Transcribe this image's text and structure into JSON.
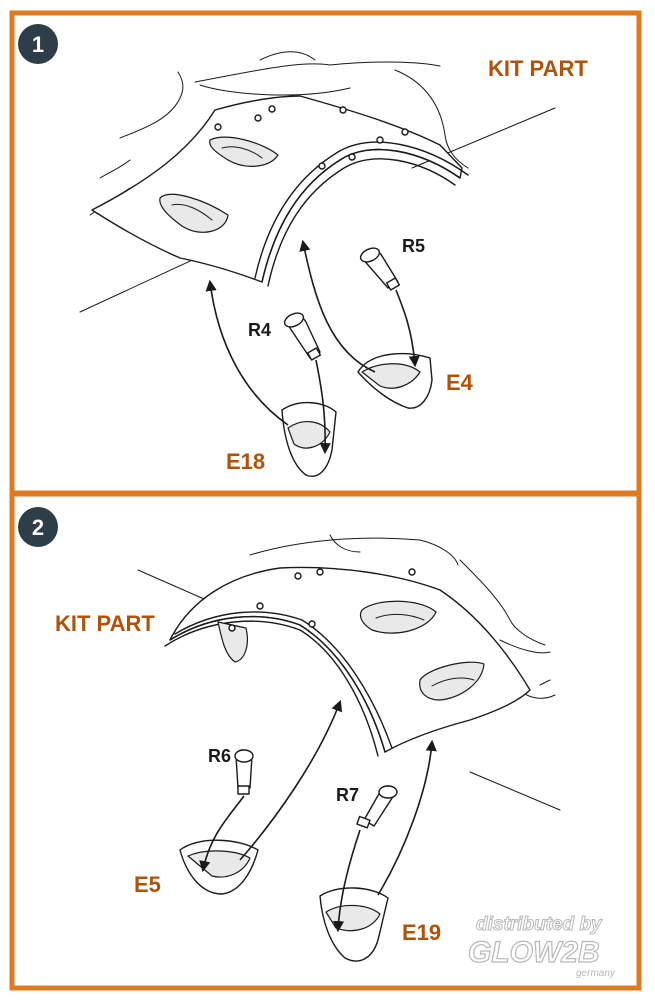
{
  "steps": [
    {
      "number": "1",
      "kit_part_label": "KIT PART",
      "parts": {
        "r_upper": "R5",
        "r_lower": "R4",
        "e_upper": "E4",
        "e_lower": "E18"
      }
    },
    {
      "number": "2",
      "kit_part_label": "KIT PART",
      "parts": {
        "r_left": "R6",
        "r_right": "R7",
        "e_left": "E5",
        "e_right": "E19"
      }
    }
  ],
  "watermark": {
    "line1": "distributed by",
    "line2": "GLOW2B",
    "line3": "germany"
  },
  "colors": {
    "border": "#e07a1f",
    "step_badge": "#2e3e48",
    "label_orange": "#b0530a",
    "ink": "#1a1a1a"
  }
}
